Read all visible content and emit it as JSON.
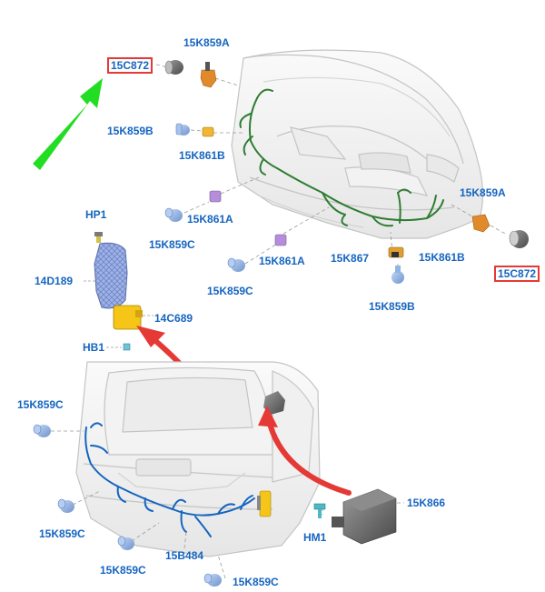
{
  "labels": {
    "c872_top": "15C872",
    "k859a_top": "15K859A",
    "k859b_top": "15K859B",
    "k861b_top": "15K861B",
    "hp1": "HP1",
    "k861a_1": "15K861A",
    "k859c_1": "15K859C",
    "d189": "14D189",
    "k861a_2": "15K861A",
    "k867": "15K867",
    "k859c_2": "15K859C",
    "c689": "14C689",
    "k859a_right": "15K859A",
    "k861b_right": "15K861B",
    "c872_right": "15C872",
    "k859b_right": "15K859B",
    "hb1": "HB1",
    "k859c_rear_left": "15K859C",
    "k866": "15K866",
    "hm1": "HM1",
    "k859c_rear_3": "15K859C",
    "b484": "15B484",
    "k859c_rear_4": "15K859C",
    "k859c_rear_5": "15K859C"
  },
  "colors": {
    "label": "#1565c0",
    "highlight_box": "#e53935",
    "harness_front": "#2e7d32",
    "harness_rear": "#1565c0",
    "arrow_green": "#22dd22",
    "arrow_red": "#e53935",
    "module_yellow": "#f5c518",
    "sensor_blue": "#8fb4e6",
    "bracket_orange": "#e08a2c",
    "connector_violet": "#b48ed8",
    "vehicle_outline": "#c8c8c8"
  }
}
